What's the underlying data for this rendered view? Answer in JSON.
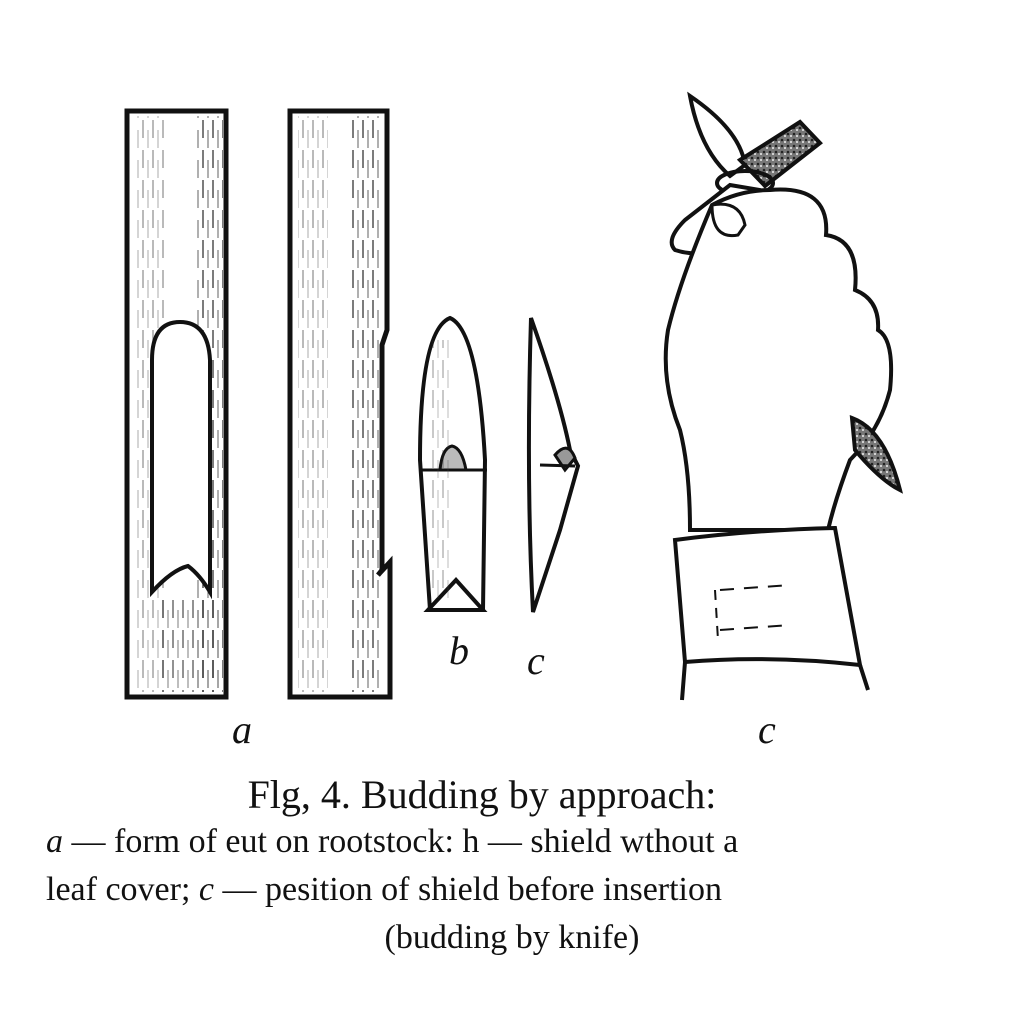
{
  "figure": {
    "panels": [
      {
        "id": "a",
        "label": "a",
        "description": "two rootstock stems with cut forms"
      },
      {
        "id": "b",
        "label": "b",
        "description": "shield without a leaf cover (front view)"
      },
      {
        "id": "c_small",
        "label": "c",
        "description": "shield side view"
      },
      {
        "id": "c_hand",
        "label": "c",
        "description": "hand holding budding knife"
      }
    ],
    "colors": {
      "ink": "#111111",
      "paper": "#ffffff",
      "shade": "#555555"
    }
  },
  "caption": {
    "title": "Flg, 4. Budding by approach:",
    "line1_a": "a",
    "line1_rest": " — form of eut on rootstock: h — shield wthout a",
    "line2_start": "leaf cover; ",
    "line2_c": "c",
    "line2_rest": " — pesition of shield before insertion",
    "line3": "(budding by knife)"
  }
}
